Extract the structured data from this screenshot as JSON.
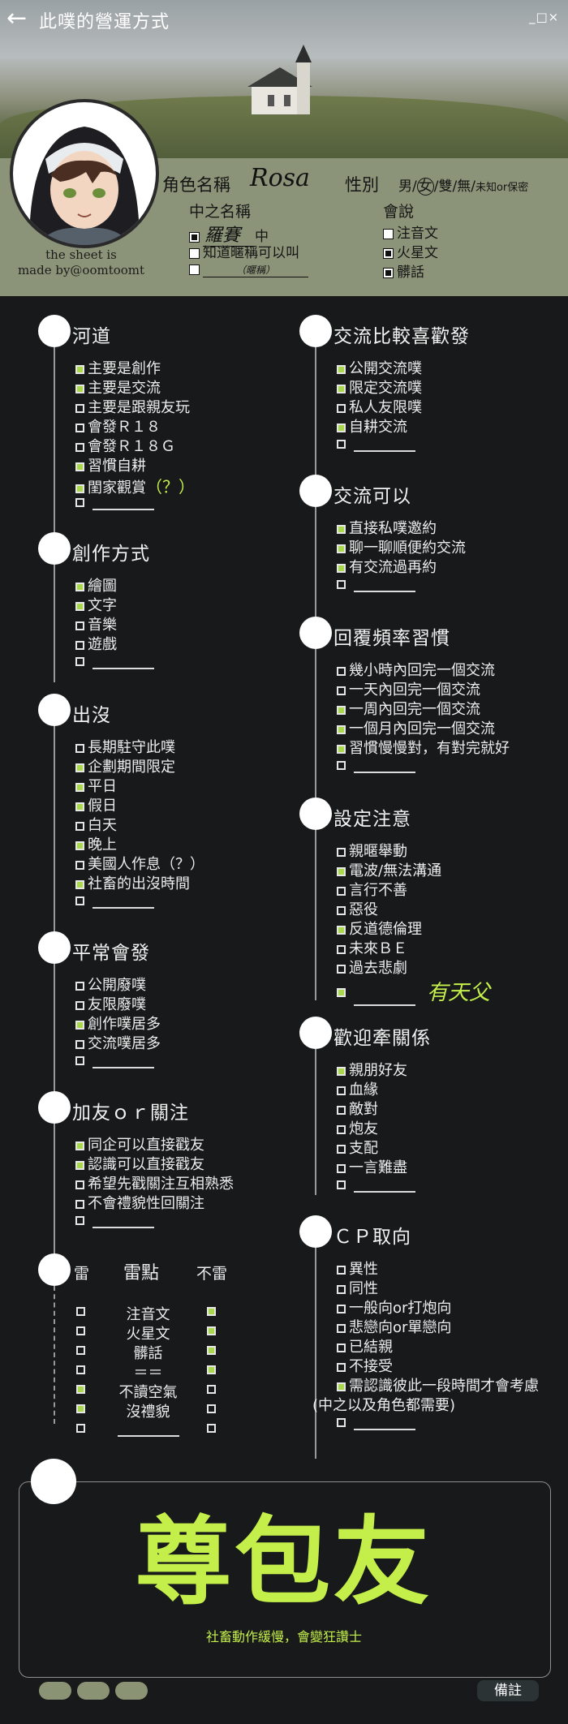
{
  "header": {
    "title": "此噗的營運方式",
    "window_controls": "_□×",
    "credit_line1": "the sheet is",
    "credit_line2": "made by@oomtoomt"
  },
  "profile": {
    "char_label": "角色名稱",
    "char_value": "Rosa",
    "gender_label": "性別",
    "gender_options": [
      "男",
      "女",
      "雙",
      "無"
    ],
    "gender_extra": "未知or保密",
    "gender_selected": "女",
    "cn_name_label": "中之名稱",
    "cn_name_value": "羅賽",
    "cn_name_suffix": "中",
    "cn_opt2": "知道暱稱可以叫",
    "cn_opt3_hint": "（暱稱）",
    "lang_label": "會說",
    "langs": [
      {
        "label": "注音文",
        "checked": false
      },
      {
        "label": "火星文",
        "checked": true
      },
      {
        "label": "髒話",
        "checked": true
      }
    ]
  },
  "left_sections": [
    {
      "title": "河道",
      "items": [
        {
          "label": "主要是創作",
          "on": true
        },
        {
          "label": "主要是交流",
          "on": true
        },
        {
          "label": "主要是跟親友玩",
          "on": false
        },
        {
          "label": "會發Ｒ１８",
          "on": false
        },
        {
          "label": "會發Ｒ１８Ｇ",
          "on": false
        },
        {
          "label": "習慣自耕",
          "on": true
        },
        {
          "label": "閨家觀賞",
          "on": true,
          "note": "（？）"
        },
        {
          "label": "",
          "on": false,
          "blank": true
        }
      ]
    },
    {
      "title": "創作方式",
      "items": [
        {
          "label": "繪圖",
          "on": true
        },
        {
          "label": "文字",
          "on": true
        },
        {
          "label": "音樂",
          "on": false
        },
        {
          "label": "遊戲",
          "on": false
        },
        {
          "label": "",
          "on": false,
          "blank": true
        }
      ]
    },
    {
      "title": "出沒",
      "items": [
        {
          "label": "長期駐守此噗",
          "on": false
        },
        {
          "label": "企劃期間限定",
          "on": true
        },
        {
          "label": "平日",
          "on": true
        },
        {
          "label": "假日",
          "on": true
        },
        {
          "label": "白天",
          "on": false
        },
        {
          "label": "晚上",
          "on": true
        },
        {
          "label": "美國人作息（？）",
          "on": false
        },
        {
          "label": "社畜的出沒時間",
          "on": true
        },
        {
          "label": "",
          "on": false,
          "blank": true
        }
      ]
    },
    {
      "title": "平常會發",
      "items": [
        {
          "label": "公開廢噗",
          "on": false
        },
        {
          "label": "友限廢噗",
          "on": false
        },
        {
          "label": "創作噗居多",
          "on": true
        },
        {
          "label": "交流噗居多",
          "on": false
        },
        {
          "label": "",
          "on": false,
          "blank": true
        }
      ]
    },
    {
      "title": "加友ｏｒ關注",
      "items": [
        {
          "label": "同企可以直接戳友",
          "on": true
        },
        {
          "label": "認識可以直接戳友",
          "on": true
        },
        {
          "label": "希望先戳關注互相熟悉",
          "on": false
        },
        {
          "label": "不會禮貌性回關注",
          "on": false
        },
        {
          "label": "",
          "on": false,
          "blank": true
        }
      ]
    }
  ],
  "thunder": {
    "col_left": "雷",
    "col_mid": "雷點",
    "col_right": "不雷",
    "rows": [
      {
        "label": "注音文",
        "left": false,
        "right": true
      },
      {
        "label": "火星文",
        "left": false,
        "right": true
      },
      {
        "label": "髒話",
        "left": false,
        "right": true
      },
      {
        "label": "＝＝",
        "left": false,
        "right": true
      },
      {
        "label": "不讀空氣",
        "left": true,
        "right": false
      },
      {
        "label": "沒禮貌",
        "left": true,
        "right": false
      },
      {
        "label": "",
        "left": false,
        "right": false,
        "blank": true
      }
    ]
  },
  "right_sections": [
    {
      "title": "交流比較喜歡發",
      "items": [
        {
          "label": "公開交流噗",
          "on": true
        },
        {
          "label": "限定交流噗",
          "on": true
        },
        {
          "label": "私人友限噗",
          "on": false
        },
        {
          "label": "自耕交流",
          "on": true
        },
        {
          "label": "",
          "on": false,
          "blank": true
        }
      ]
    },
    {
      "title": "交流可以",
      "items": [
        {
          "label": "直接私噗邀約",
          "on": true
        },
        {
          "label": "聊一聊順便約交流",
          "on": true
        },
        {
          "label": "有交流過再約",
          "on": true
        },
        {
          "label": "",
          "on": false,
          "blank": true
        }
      ]
    },
    {
      "title": "回覆頻率習慣",
      "items": [
        {
          "label": "幾小時內回完一個交流",
          "on": false
        },
        {
          "label": "一天內回完一個交流",
          "on": false
        },
        {
          "label": "一周內回完一個交流",
          "on": true
        },
        {
          "label": "一個月內回完一個交流",
          "on": true
        },
        {
          "label": "習慣慢慢對，有對完就好",
          "on": true
        },
        {
          "label": "",
          "on": false,
          "blank": true
        }
      ]
    },
    {
      "title": "設定注意",
      "items": [
        {
          "label": "親暱舉動",
          "on": false
        },
        {
          "label": "電波/無法溝通",
          "on": true
        },
        {
          "label": "言行不善",
          "on": false
        },
        {
          "label": "惡役",
          "on": false
        },
        {
          "label": "反道德倫理",
          "on": true
        },
        {
          "label": "未來ＢＥ",
          "on": false
        },
        {
          "label": "過去悲劇",
          "on": false
        },
        {
          "label": "",
          "on": true,
          "blank": true,
          "handnote": "有天父"
        }
      ]
    },
    {
      "title": "歡迎牽關係",
      "items": [
        {
          "label": "親朋好友",
          "on": true
        },
        {
          "label": "血緣",
          "on": false
        },
        {
          "label": "敵對",
          "on": false
        },
        {
          "label": "炮友",
          "on": false
        },
        {
          "label": "支配",
          "on": false
        },
        {
          "label": "一言難盡",
          "on": false
        },
        {
          "label": "",
          "on": false,
          "blank": true
        }
      ]
    },
    {
      "title": "ＣＰ取向",
      "items": [
        {
          "label": "異性",
          "on": false
        },
        {
          "label": "同性",
          "on": false
        },
        {
          "label": "一般向or打炮向",
          "on": false
        },
        {
          "label": "悲戀向or單戀向",
          "on": false
        },
        {
          "label": "已結親",
          "on": false
        },
        {
          "label": "不接受",
          "on": false
        },
        {
          "label": "需認識彼此一段時間才會考慮",
          "on": true
        },
        {
          "label": "(中之以及角色都需要)",
          "on": false,
          "nobox": true
        },
        {
          "label": "",
          "on": false,
          "blank": true
        }
      ]
    }
  ],
  "result": {
    "big": "尊包友",
    "sub": "社畜動作緩慢，會變狂讚士"
  },
  "footer": {
    "note_label": "備註"
  },
  "colors": {
    "accent": "#c4ef4b",
    "check_fill": "#a9d84d",
    "band": "#8b9478",
    "bg": "#17191a"
  }
}
